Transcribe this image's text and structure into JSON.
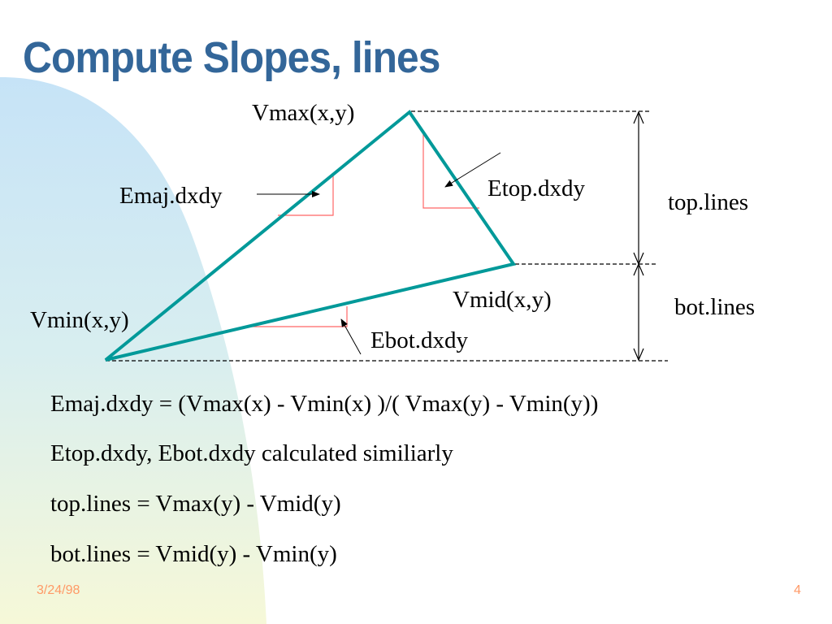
{
  "slide": {
    "title": "Compute Slopes, lines",
    "date": "3/24/98",
    "page_number": "4"
  },
  "diagram": {
    "labels": {
      "vmax": "Vmax(x,y)",
      "vmin": "Vmin(x,y)",
      "vmid": "Vmid(x,y)",
      "emaj": "Emaj.dxdy",
      "etop": "Etop.dxdy",
      "ebot": "Ebot.dxdy",
      "top_lines": "top.lines",
      "bot_lines": "bot.lines"
    },
    "colors": {
      "edge": "#009999",
      "slope_marker": "#ff6666",
      "title": "#336699",
      "footer": "#ff9966"
    }
  },
  "equations": [
    "Emaj.dxdy =  (Vmax(x) - Vmin(x) )/( Vmax(y) - Vmin(y))",
    "Etop.dxdy, Ebot.dxdy calculated similiarly",
    "top.lines = Vmax(y) - Vmid(y)",
    "bot.lines = Vmid(y) - Vmin(y)"
  ]
}
